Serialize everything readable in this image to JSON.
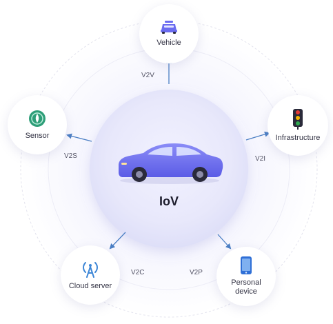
{
  "center": {
    "label": "IoV"
  },
  "nodes": {
    "vehicle": "Vehicle",
    "infrastructure": "Infrastructure",
    "personal_device_line1": "Personal",
    "personal_device_line2": "device",
    "cloud_server": "Cloud server",
    "sensor": "Sensor"
  },
  "connections": {
    "v2v": "V2V",
    "v2i": "V2I",
    "v2p": "V2P",
    "v2c": "V2C",
    "v2s": "V2S"
  },
  "colors": {
    "accent": "#6b6cf0",
    "arrow": "#4b7fc4",
    "traffic_red": "#e53935",
    "traffic_yellow": "#f4b400",
    "traffic_green": "#2fa84f",
    "sensor_green": "#2e9e78",
    "cloud_blue": "#3d86d6",
    "phone_blue": "#2f6fd6"
  }
}
